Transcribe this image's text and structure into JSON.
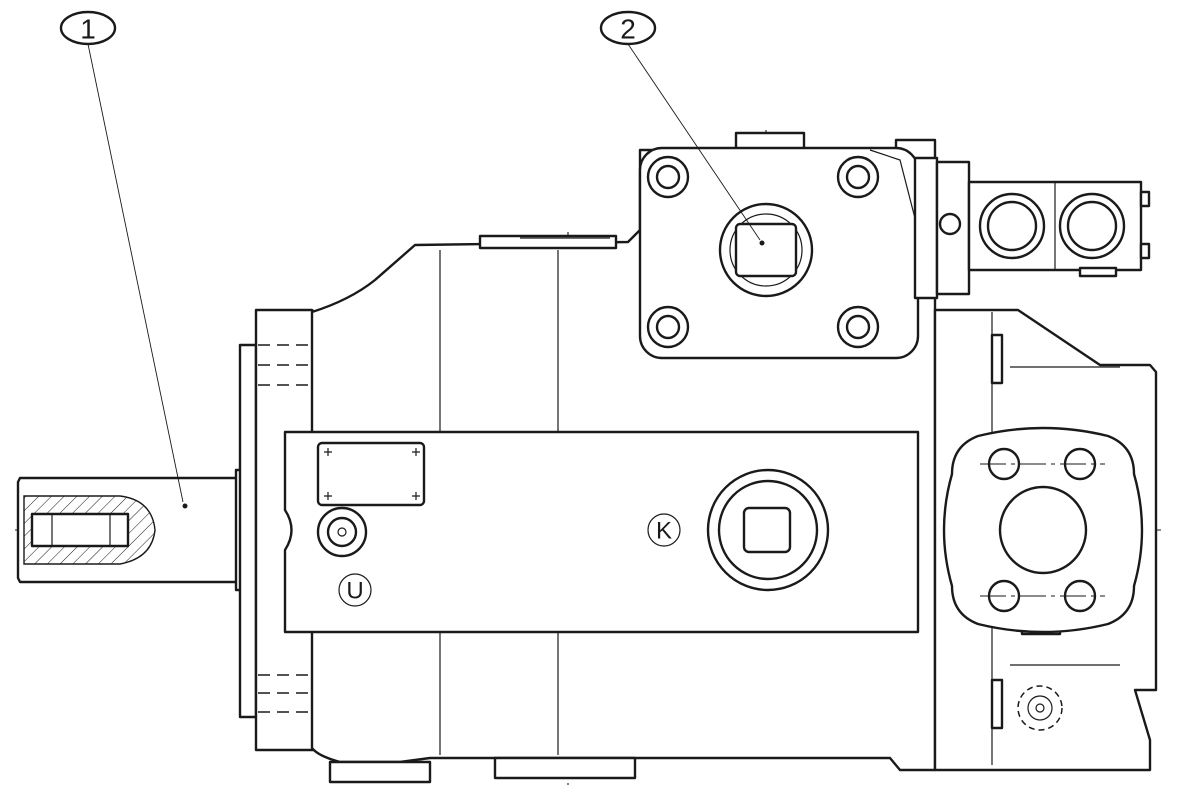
{
  "callouts": [
    {
      "id": "1",
      "label": "1"
    },
    {
      "id": "2",
      "label": "2"
    }
  ],
  "port_markings": {
    "k": "K",
    "u": "U"
  },
  "colors": {
    "line": "#1a1a1a",
    "background": "#ffffff"
  }
}
